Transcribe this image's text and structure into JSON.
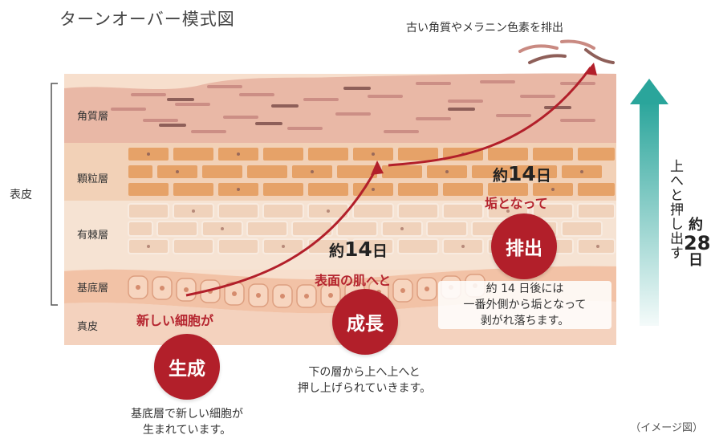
{
  "title": "ターンオーバー模式図",
  "top_note": "古い角質やメラニン色素を排出",
  "side_label": "表皮",
  "layers": [
    "角質層",
    "顆粒層",
    "有棘層",
    "基底層",
    "真皮"
  ],
  "stages": [
    {
      "circle": "生成",
      "sub": "新しい細胞が",
      "desc_lines": [
        "基底層で新しい細胞が",
        "生まれています。"
      ]
    },
    {
      "circle": "成長",
      "days_prefix": "約",
      "days_num": "14",
      "days_suffix": "日",
      "sub": "表面の肌へと",
      "desc_lines": [
        "下の層から上へ上へと",
        "押し上げられていきます。"
      ]
    },
    {
      "circle": "排出",
      "days_prefix": "約",
      "days_num": "14",
      "days_suffix": "日",
      "sub": "垢となって",
      "desc_lines": [
        "約 14 日後には",
        "一番外側から垢となって",
        "剥がれ落ちます。"
      ]
    }
  ],
  "vertical_text": "上へと押し出す",
  "total_days": {
    "prefix": "約",
    "num": "28",
    "suffix": "日"
  },
  "caption": "（イメージ図）",
  "colors": {
    "accent_red": "#b21f2a",
    "arrow_teal": "#2aa59b",
    "stratum_corneum": "#e7b6a4",
    "granular": "#e5a46a",
    "spinous": "#f0d6c0",
    "basal": "#f3c6ad"
  }
}
